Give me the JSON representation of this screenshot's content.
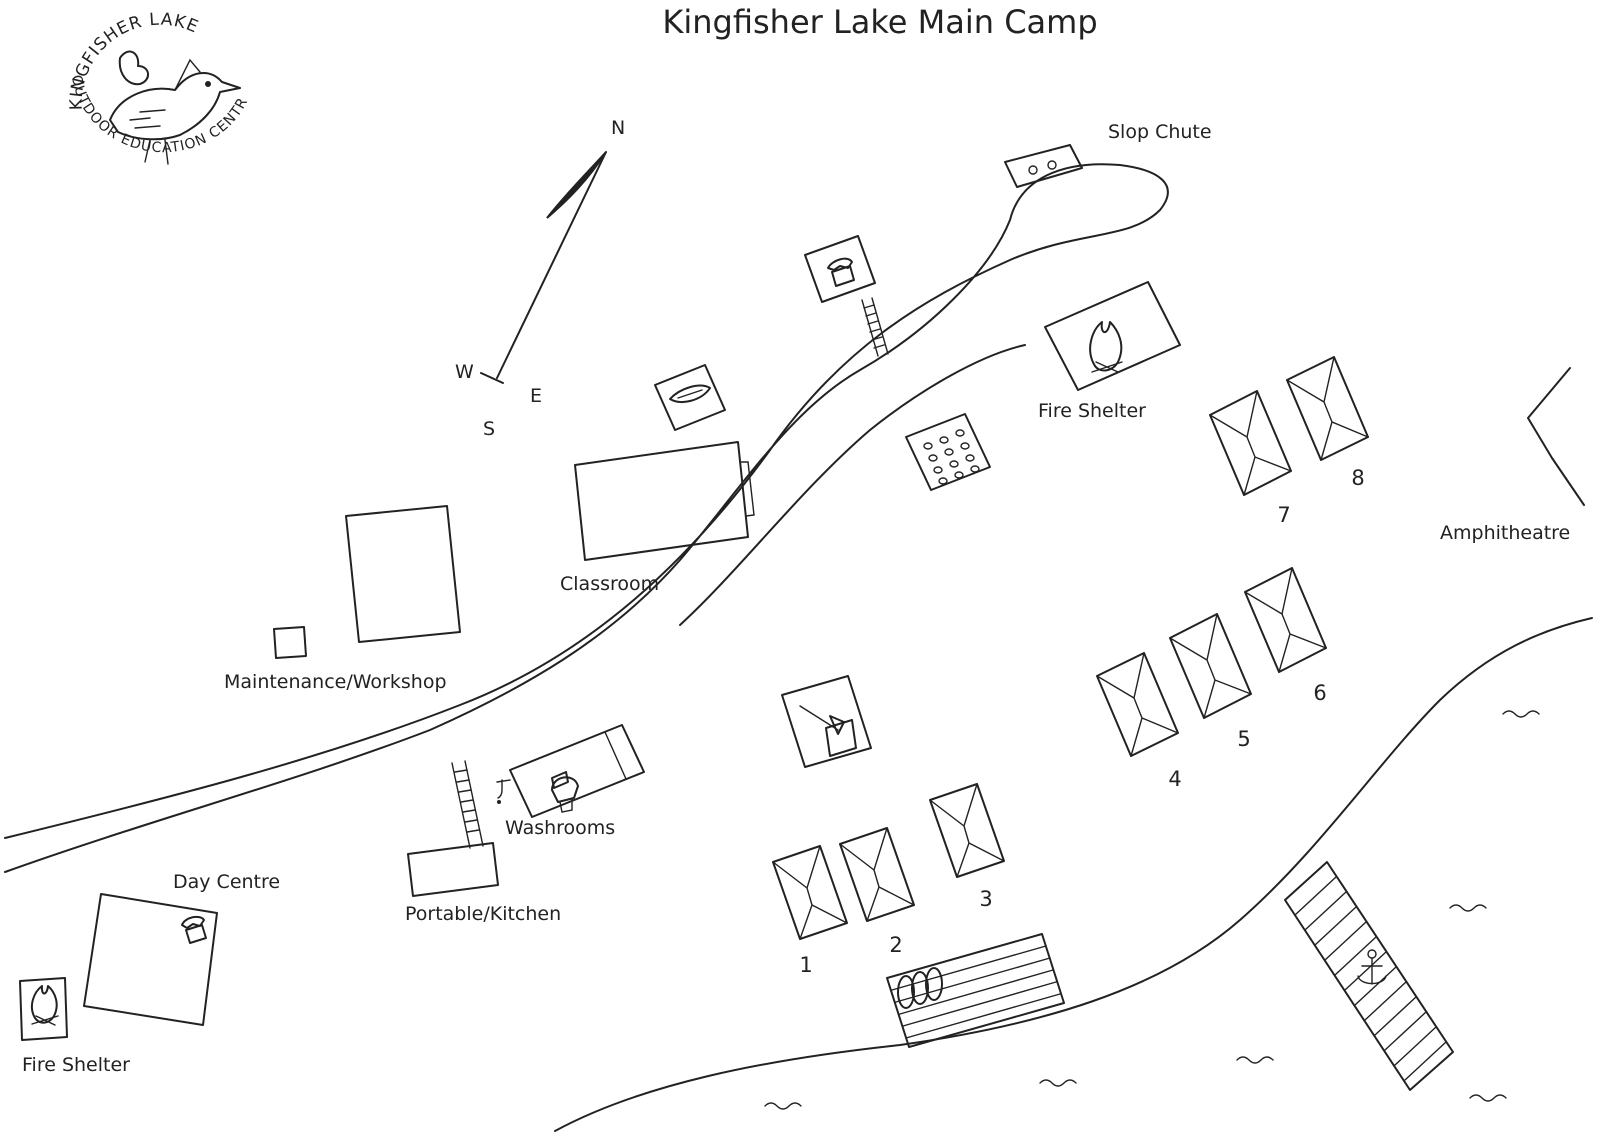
{
  "title": "Kingfisher Lake Main Camp",
  "logo": {
    "text_top": "KINGFISHER LAKE",
    "text_bottom": "OUTDOOR EDUCATION CENTRE",
    "icon": "kingfisher-bird-icon"
  },
  "compass": {
    "n": "N",
    "s": "S",
    "e": "E",
    "w": "W"
  },
  "labels": {
    "slop_chute": "Slop Chute",
    "fire_shelter_north": "Fire Shelter",
    "amphitheatre": "Amphitheatre",
    "classroom": "Classroom",
    "maintenance": "Maintenance/Workshop",
    "washrooms": "Washrooms",
    "portable_kitchen": "Portable/Kitchen",
    "day_centre": "Day Centre",
    "fire_shelter_south": "Fire Shelter"
  },
  "cabins": [
    "1",
    "2",
    "3",
    "4",
    "5",
    "6",
    "7",
    "8"
  ],
  "icons": {
    "phone_sign": "telephone-icon",
    "fire_sign": "campfire-icon",
    "canoe_sign": "canoe-icon",
    "crafts_sign": "axe-stump-icon",
    "washroom_sign": "toilet-icon",
    "tap": "water-tap-icon",
    "garden": "garden-plot-icon",
    "dock_anchor": "anchor-icon",
    "canoe_rack": "canoe-rack-icon",
    "water": "water-wave-icon"
  }
}
